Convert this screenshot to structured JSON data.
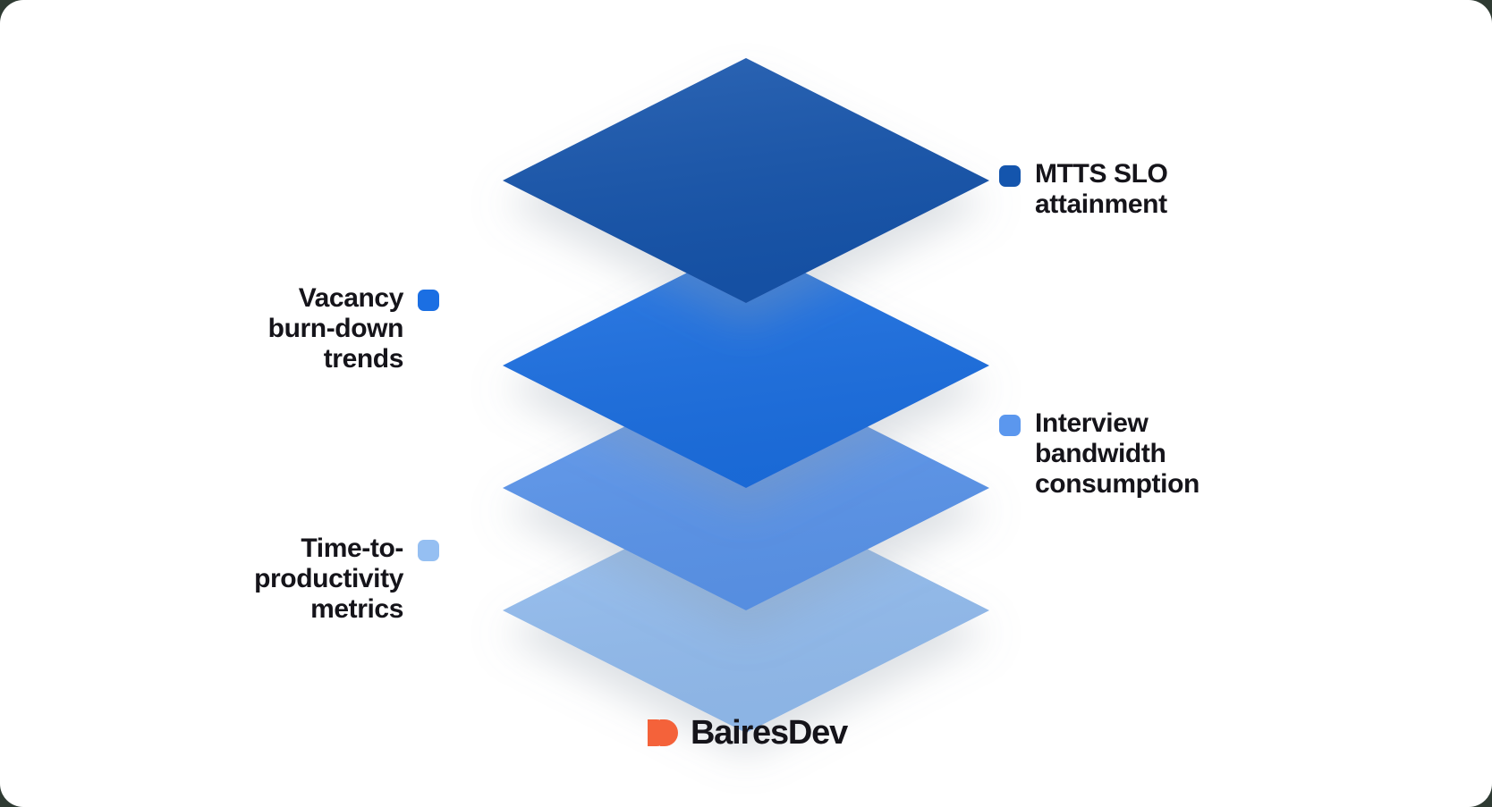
{
  "canvas": {
    "background": "#ffffff",
    "outer_background": "#2f3b33"
  },
  "diagram": {
    "type": "layered-stack",
    "layer_count": 4,
    "layers": [
      {
        "index": 1,
        "position": "top",
        "color": "#1455AD",
        "label": "MTTS SLO\nattainment",
        "label_side": "right"
      },
      {
        "index": 2,
        "position": "second",
        "color": "#1B6FE3",
        "label": "Vacancy\nburn-down\ntrends",
        "label_side": "left"
      },
      {
        "index": 3,
        "position": "third",
        "color": "#5B97EE",
        "label": "Interview\nbandwidth\nconsumption",
        "label_side": "right"
      },
      {
        "index": 4,
        "position": "bottom",
        "color": "#95BFF2",
        "label": "Time-to-\nproductivity\nmetrics",
        "label_side": "left"
      }
    ]
  },
  "brand": {
    "name": "BairesDev",
    "mark_color": "#F4623A",
    "mark_icon": "bairesdev-logo-icon",
    "text_color": "#15141a"
  }
}
